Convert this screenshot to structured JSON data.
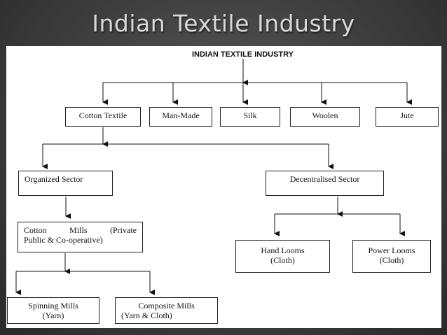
{
  "slide": {
    "title": "Indian Textile Industry"
  },
  "diagram": {
    "root": "INDIAN TEXTILE INDUSTRY",
    "categories": [
      "Cotton Textile",
      "Man-Made",
      "Silk",
      "Woolen",
      "Jute"
    ],
    "sectors": [
      "Organized Sector",
      "Decentralised Sector"
    ],
    "cotton_mills": {
      "line1": "Cotton Mills (Private",
      "line2": "Public & Co-operative)"
    },
    "mills": [
      {
        "line1": "Spinning Mills",
        "line2": "(Yarn)"
      },
      {
        "line1": "Composite Mills",
        "line2": "(Yarn & Cloth)"
      }
    ],
    "looms": [
      {
        "line1": "Hand Looms",
        "line2": "(Cloth)"
      },
      {
        "line1": "Power Looms",
        "line2": "(Cloth)"
      }
    ]
  }
}
